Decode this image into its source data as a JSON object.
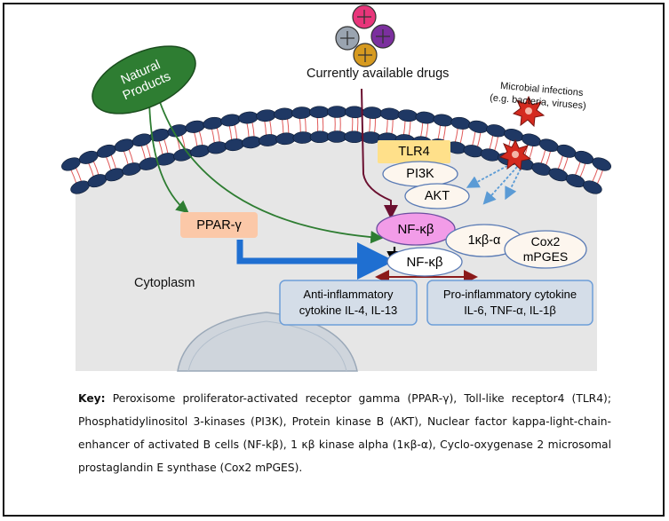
{
  "labels": {
    "natural_products": "Natural Products",
    "drugs": "Currently available drugs",
    "microbial": "Microbial infections",
    "microbial_eg": "(e.g. bacteria, viruses)",
    "tlr4": "TLR4",
    "pi3k": "PI3K",
    "akt": "AKT",
    "nfkb_upper": "NF-κβ",
    "nfkb_lower": "NF-κβ",
    "ikb": "1κβ-α",
    "cox2_line1": "Cox2",
    "cox2_line2": "mPGES",
    "ppar": "PPAR-γ",
    "cytoplasm": "Cytoplasm",
    "anti_line1": "Anti-inflammatory",
    "anti_line2": "cytokine IL-4, IL-13",
    "pro_line1": "Pro-inflammatory cytokine",
    "pro_line2": "IL-6, TNF-α, IL-1β"
  },
  "key": {
    "heading": "Key:",
    "text": "Peroxisome proliferator-activated receptor gamma (PPAR-γ), Toll-like receptor4 (TLR4); Phosphatidylinositol 3-kinases (PI3K), Protein kinase B (AKT), Nuclear factor kappa-light-chain-enhancer of activated B cells (NF-kβ), 1 κβ kinase alpha (1κβ-α), Cyclo-oxygenase 2 microsomal prostaglandin E synthase (Cox2 mPGES)."
  },
  "colors": {
    "cell_bg": "#e6e6e6",
    "membrane_head": "#1f3864",
    "tail": "#e05a5a",
    "natural_products": "#2e7d32",
    "tlr4": "#ffe08a",
    "nfkb": "#f29ce8",
    "ppar": "#fbc8a8",
    "arrow_blue": "#1f6fd1",
    "drug_line": "#6b1030",
    "cytokine_box": "#d4dde8",
    "cytokine_border": "#6d9ed8"
  },
  "icons": [
    "plus-pink",
    "plus-grey",
    "plus-purple",
    "plus-orange",
    "virus-star"
  ]
}
